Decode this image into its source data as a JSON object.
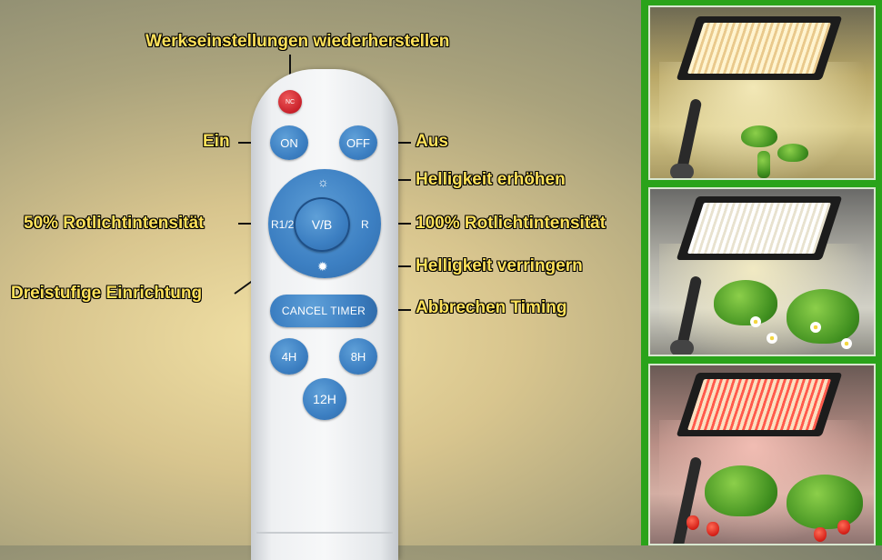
{
  "remote": {
    "buttons": {
      "nc": "NC",
      "on": "ON",
      "off": "OFF",
      "vb": "V/B",
      "r_half": "R1/2",
      "r": "R",
      "cancel_timer": "CANCEL TIMER",
      "h4": "4H",
      "h8": "8H",
      "h12": "12H"
    },
    "icons": {
      "brightness_up": "sun-outline-icon",
      "brightness_down": "sun-filled-icon"
    }
  },
  "callouts": {
    "factory_reset": "Werkseinstellungen wiederherstellen",
    "on": "Ein",
    "off": "Aus",
    "brightness_up": "Helligkeit erhöhen",
    "red_50": "50% Rotlichtintensität",
    "red_100": "100% Rotlichtintensität",
    "brightness_down": "Helligkeit verringern",
    "three_stage": "Dreistufige Einrichtung",
    "cancel_timing": "Abbrechen Timing"
  },
  "colors": {
    "label_text": "#ffe25a",
    "button_blue": "#3c7fc2",
    "nc_red": "#c8202a",
    "panel_green": "#2aa31a"
  }
}
